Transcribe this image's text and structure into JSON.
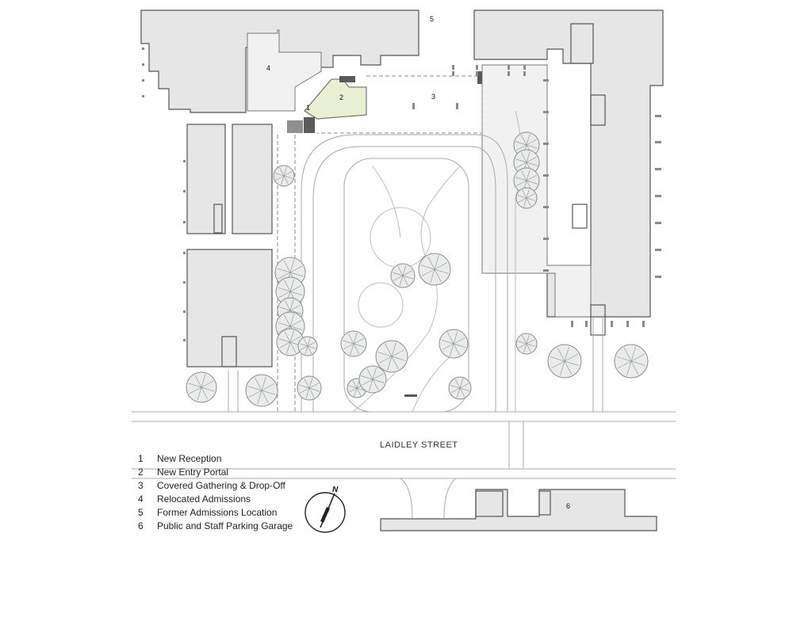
{
  "plan": {
    "callouts": {
      "c1": "1",
      "c2": "2",
      "c3": "3",
      "c4": "4",
      "c5": "5",
      "c6": "6"
    },
    "street_label": "LAIDLEY STREET",
    "north_label": "N",
    "highlight_color": "#e9efd2"
  },
  "legend": [
    {
      "num": "1",
      "label": "New Reception"
    },
    {
      "num": "2",
      "label": "New Entry Portal"
    },
    {
      "num": "3",
      "label": "Covered Gathering & Drop-Off"
    },
    {
      "num": "4",
      "label": "Relocated Admissions"
    },
    {
      "num": "5",
      "label": "Former Admissions Location"
    },
    {
      "num": "6",
      "label": "Public and Staff Parking Garage"
    }
  ]
}
